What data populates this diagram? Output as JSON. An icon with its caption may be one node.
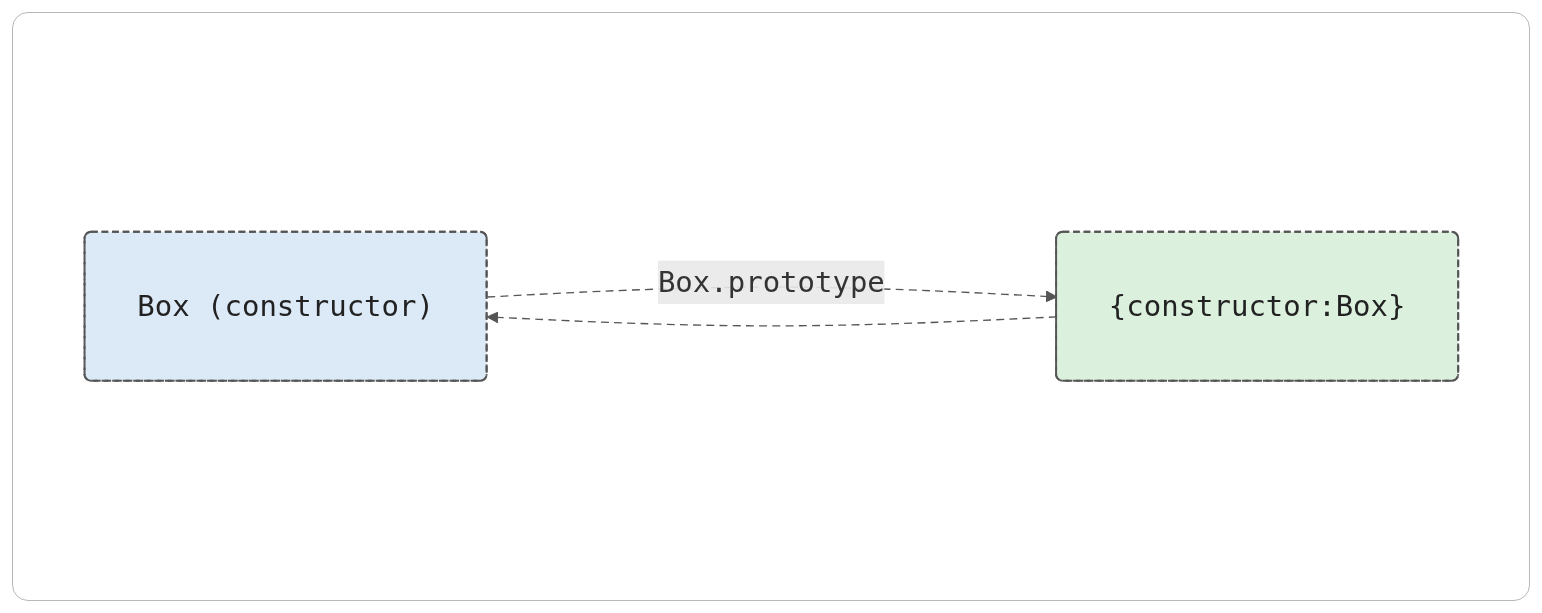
{
  "diagram": {
    "nodes": [
      {
        "text": [
          "Box (constructor)"
        ]
      },
      {
        "text": [
          "{constructor:Box}"
        ]
      }
    ],
    "edges": [
      {
        "from": 0,
        "to": 1,
        "arrow": "to",
        "label": "Box.prototype",
        "style": "dashed"
      },
      {
        "from": 1,
        "to": 0,
        "arrow": "to",
        "style": "dashed"
      }
    ]
  }
}
